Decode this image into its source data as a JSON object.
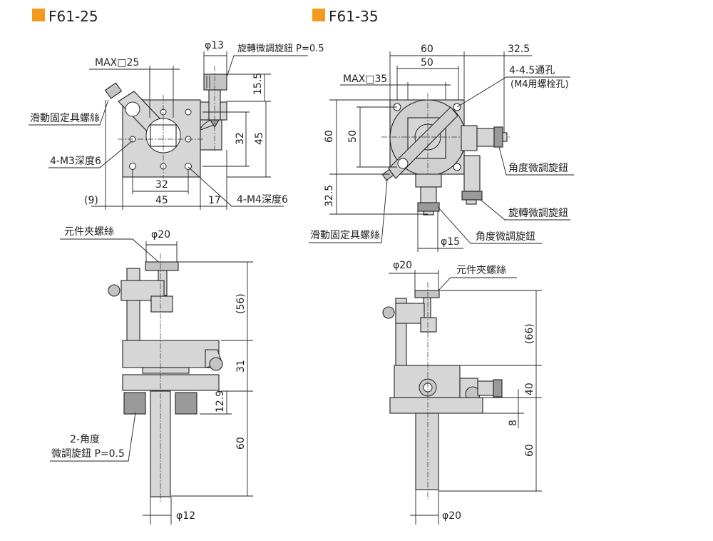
{
  "header": {
    "left_title": "F61-25",
    "right_title": "F61-35",
    "accent": "#f39a1e"
  },
  "f61_25": {
    "top_view": {
      "max_size": "MAX□25",
      "knob_diameter": "φ13",
      "rotation_knob": "旋轉微調旋鈕 P=0.5",
      "slide_screw": "滑動固定具螺絲",
      "m3_holes": "4-M3深度6",
      "m4_holes": "4-M4深度6",
      "dim_15_5": "15.5",
      "dim_32_v": "32",
      "dim_45_v": "45",
      "dim_32_h": "32",
      "dim_9": "(9)",
      "dim_45_h": "45",
      "dim_17": "17"
    },
    "side_view": {
      "clamp_screw": "元件夾螺絲",
      "clamp_diameter": "φ20",
      "dim_56": "(56)",
      "dim_31": "31",
      "dim_12_9": "12.9",
      "dim_60": "60",
      "angle_knob_line1": "2-角度",
      "angle_knob_line2": "微調旋鈕 P=0.5",
      "post_diameter": "φ12"
    }
  },
  "f61_35": {
    "top_view": {
      "dim_60_h": "60",
      "dim_32_5_h": "32.5",
      "dim_50_h": "50",
      "max_size": "MAX□35",
      "through_holes": "4-4.5通孔",
      "through_holes_note": "(M4用螺栓孔)",
      "dim_60_v": "60",
      "dim_50_v": "50",
      "dim_32_5_v": "32.5",
      "angle_knob_right": "角度微調旋鈕",
      "rotation_knob": "旋轉微調旋鈕",
      "angle_knob_bottom": "角度微調旋鈕",
      "slide_screw": "滑動固定具螺絲",
      "knob_diameter": "φ15"
    },
    "side_view": {
      "clamp_diameter": "φ20",
      "clamp_screw": "元件夾螺絲",
      "dim_66": "(66)",
      "dim_40": "40",
      "dim_8": "8",
      "dim_60": "60",
      "post_diameter": "φ20"
    }
  }
}
